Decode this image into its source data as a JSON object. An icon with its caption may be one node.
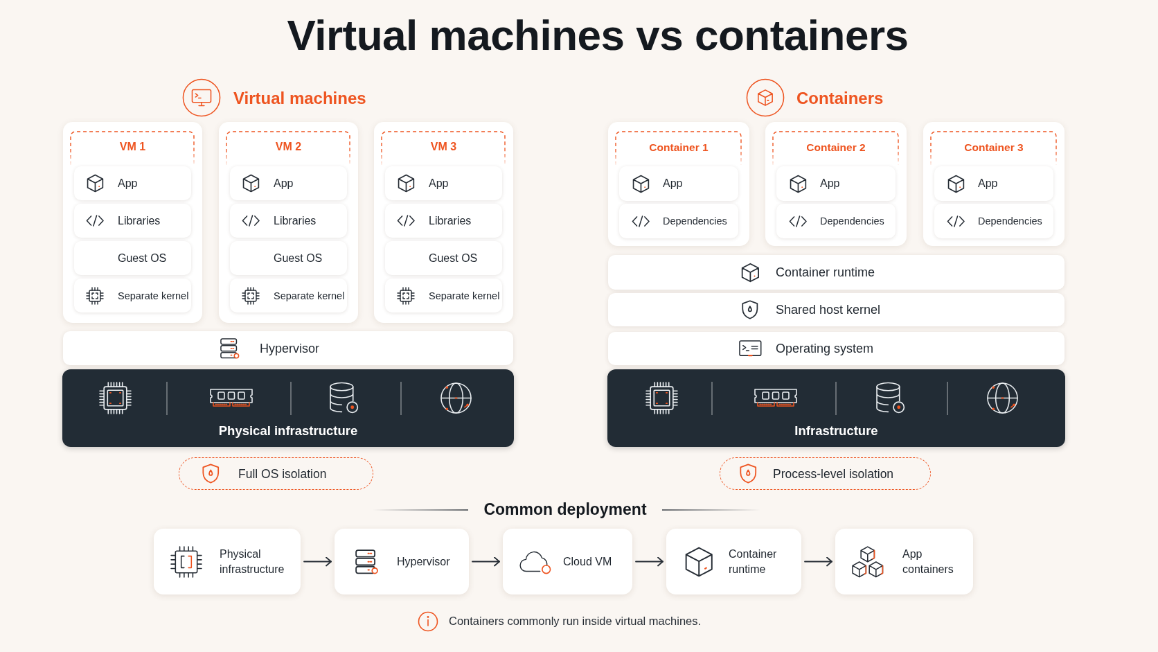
{
  "diagram": {
    "title": "Virtual machines vs containers",
    "nodes": [
      {
        "text": [
          "VM 1"
        ]
      },
      {
        "text": [
          "App"
        ],
        "in": 0
      },
      {
        "text": [
          "Libraries"
        ],
        "in": 0
      },
      {
        "text": [
          "Guest OS"
        ],
        "in": 0
      },
      {
        "text": [
          "Separate kernel"
        ],
        "in": 0
      },
      {
        "text": [
          "VM 2"
        ]
      },
      {
        "text": [
          "App"
        ],
        "in": 5
      },
      {
        "text": [
          "Libraries"
        ],
        "in": 5
      },
      {
        "text": [
          "Guest OS"
        ],
        "in": 5
      },
      {
        "text": [
          "Separate kernel"
        ],
        "in": 5
      },
      {
        "text": [
          "VM 3"
        ]
      },
      {
        "text": [
          "App"
        ],
        "in": 10
      },
      {
        "text": [
          "Libraries"
        ],
        "in": 10
      },
      {
        "text": [
          "Guest OS"
        ],
        "in": 10
      },
      {
        "text": [
          "Separate kernel"
        ],
        "in": 10
      },
      {
        "text": [
          "Hypervisor"
        ]
      },
      {
        "text": [
          "Physical infrastructure"
        ]
      },
      {
        "text": [
          "Full OS isolation"
        ]
      },
      {
        "text": [
          "Container 1"
        ]
      },
      {
        "text": [
          "App"
        ],
        "in": 18
      },
      {
        "text": [
          "Dependencies"
        ],
        "in": 18
      },
      {
        "text": [
          "Container 2"
        ]
      },
      {
        "text": [
          "App"
        ],
        "in": 21
      },
      {
        "text": [
          "Dependencies"
        ],
        "in": 21
      },
      {
        "text": [
          "Container 3"
        ]
      },
      {
        "text": [
          "App"
        ],
        "in": 24
      },
      {
        "text": [
          "Dependencies"
        ],
        "in": 24
      },
      {
        "text": [
          "Container runtime"
        ]
      },
      {
        "text": [
          "Shared host kernel"
        ]
      },
      {
        "text": [
          "Operating system"
        ]
      },
      {
        "text": [
          "Infrastructure"
        ]
      },
      {
        "text": [
          "Process-level isolation"
        ]
      },
      {
        "text": [
          "Physical infrastructure"
        ]
      },
      {
        "text": [
          "Hypervisor"
        ]
      },
      {
        "text": [
          "Cloud VM"
        ]
      },
      {
        "text": [
          "Container runtime"
        ]
      },
      {
        "text": [
          "App containers"
        ]
      }
    ],
    "edges": [
      {
        "from": 32,
        "to": 33,
        "arrow": "to"
      },
      {
        "from": 33,
        "to": 34,
        "arrow": "to"
      },
      {
        "from": 34,
        "to": 35,
        "arrow": "to"
      },
      {
        "from": 35,
        "to": 36,
        "arrow": "to"
      }
    ],
    "labels": [
      "Virtual machines",
      "Containers",
      "Common deployment",
      "Containers commonly run inside virtual machines."
    ]
  }
}
